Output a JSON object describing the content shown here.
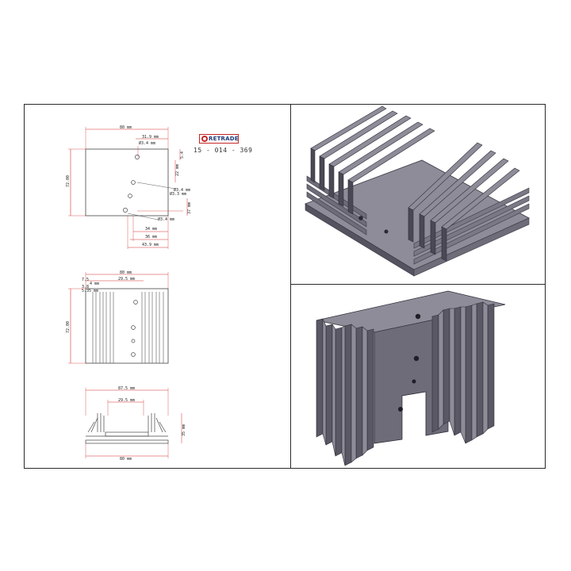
{
  "brand": {
    "name": "RETRADE",
    "part_number": "15 - 014 - 369"
  },
  "top_view": {
    "width_label": "80 mm",
    "height_label": "72.00",
    "hole_offset_label": "31.9 mm",
    "hole_dia_top_label": "Ø3.4 mm",
    "hole_dia_mid_label": "Ø3.4 mm",
    "hole_dia_mid2_label": "Ø3.3 mm",
    "hole_dia_bottom_label": "Ø3.4 mm",
    "side_dim_1": "5.4",
    "side_dim_2": "22 mm",
    "side_dim_3": "37 mm",
    "bottom_dim_1": "34 mm",
    "bottom_dim_2": "36 mm",
    "bottom_dim_3": "43.9 mm"
  },
  "front_view": {
    "width_label": "80 mm",
    "height_label": "72.00",
    "inner_label": "29.5 mm",
    "small_labels": [
      "7.5",
      "4 mm",
      "3.8",
      "5.35 mm"
    ]
  },
  "bottom_view": {
    "top_label": "87.5 mm",
    "inner_label": "29.5 mm",
    "height_label": "35 mm",
    "base_label": "80 mm"
  },
  "colors": {
    "dimension_line": "#d32f2f",
    "drawing_line": "#444444",
    "metal": "#6e6c78",
    "metal_dark": "#4a4854",
    "metal_light": "#8e8c98"
  }
}
